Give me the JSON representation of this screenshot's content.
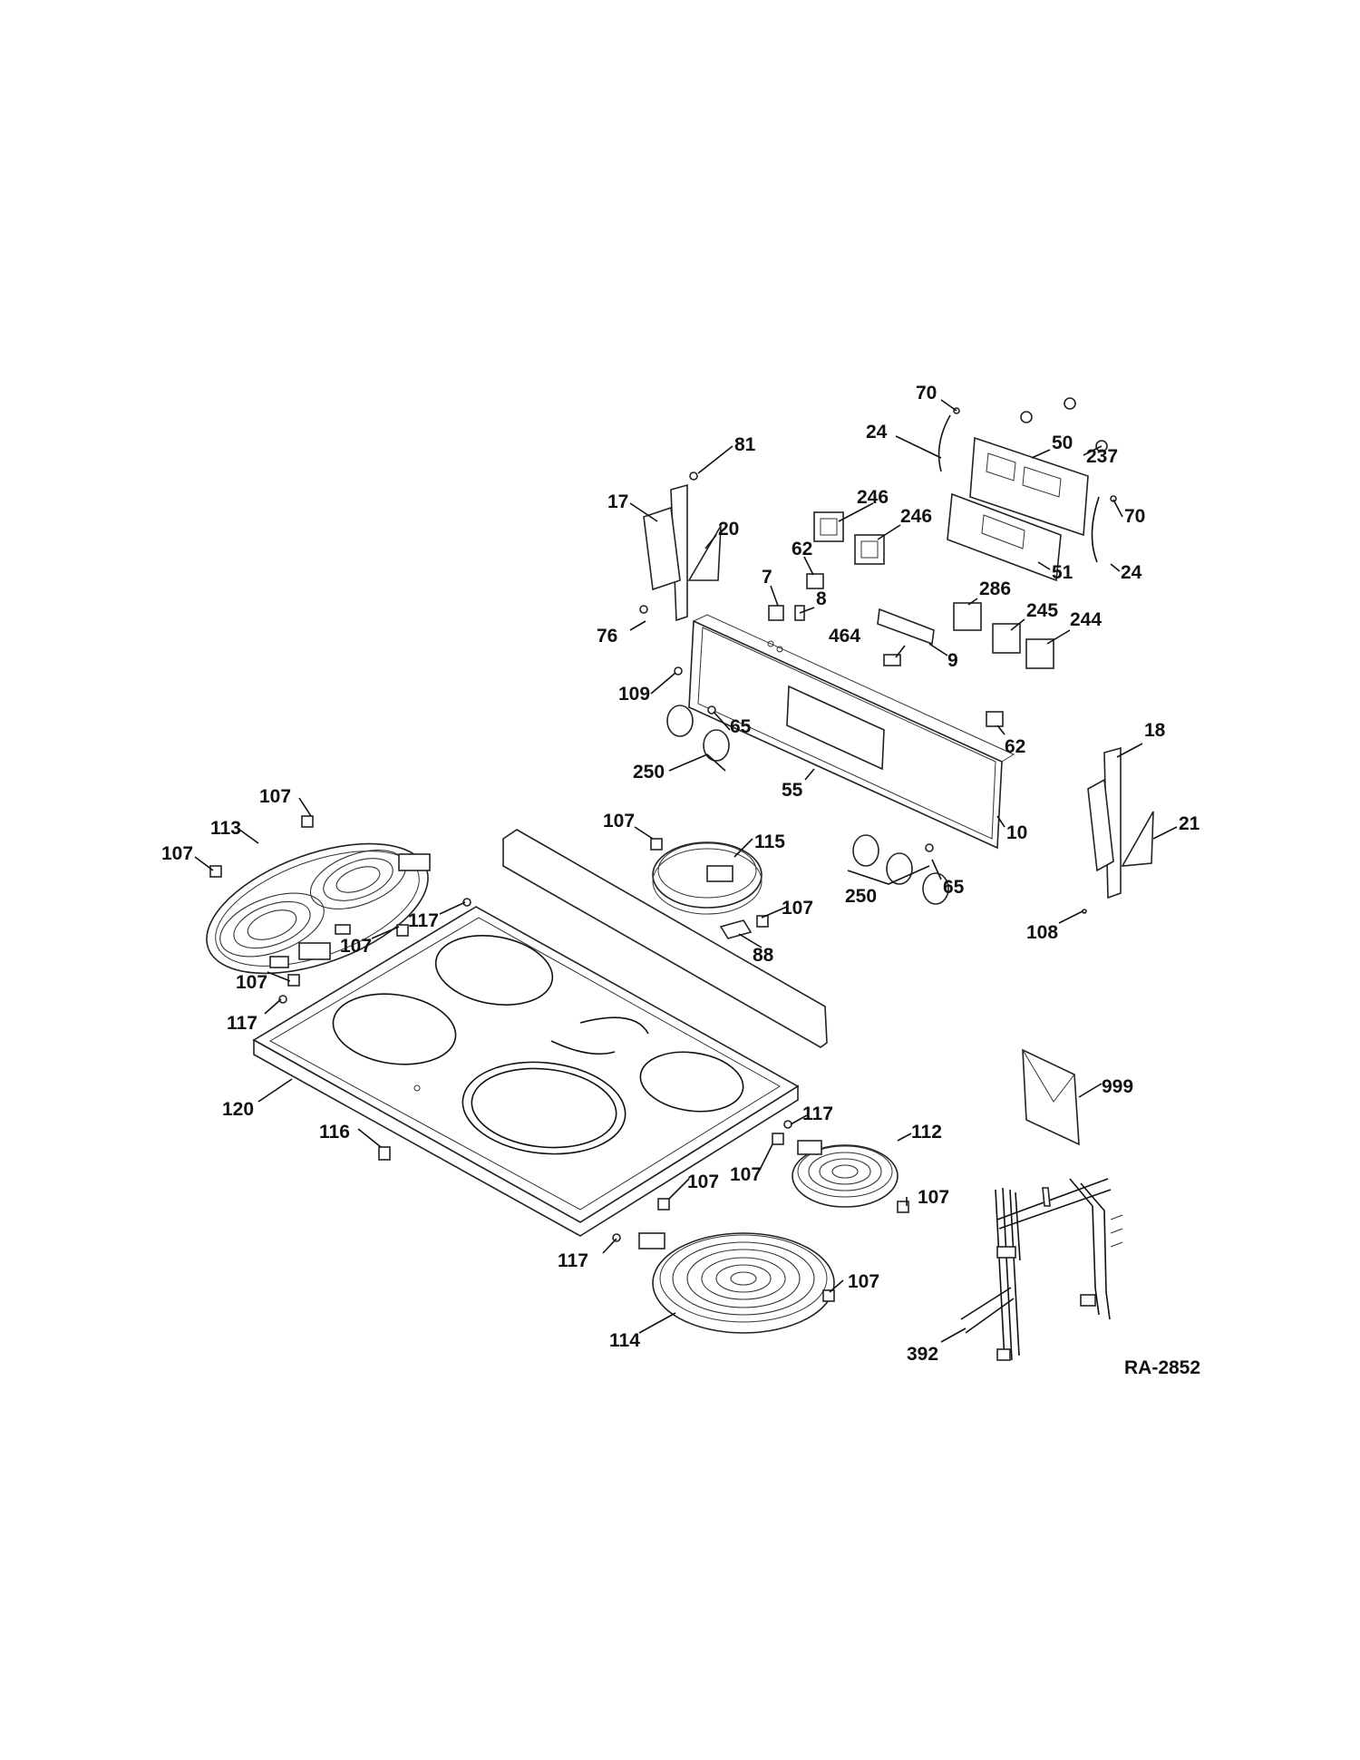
{
  "diagram_id": "RA-2852",
  "labels": {
    "l70a": "70",
    "l24a": "24",
    "l50": "50",
    "l237": "237",
    "l81": "81",
    "l17": "17",
    "l246a": "246",
    "l246b": "246",
    "l70b": "70",
    "l20": "20",
    "l62a": "62",
    "l51": "51",
    "l24b": "24",
    "l7": "7",
    "l8": "8",
    "l286": "286",
    "l245": "245",
    "l244": "244",
    "l76": "76",
    "l464": "464",
    "l9": "9",
    "l109": "109",
    "l65a": "65",
    "l62b": "62",
    "l18": "18",
    "l250a": "250",
    "l55": "55",
    "l107a": "107",
    "l113": "113",
    "l107b": "107",
    "l107c": "107",
    "l115": "115",
    "l10": "10",
    "l21": "21",
    "l65b": "65",
    "l117a": "117",
    "l107d": "107",
    "l107e": "107",
    "l250b": "250",
    "l108": "108",
    "l88": "88",
    "l107f": "107",
    "l117b": "117",
    "l999": "999",
    "l120": "120",
    "l117c": "117",
    "l112": "112",
    "l116": "116",
    "l107g": "107",
    "l107h": "107",
    "l107i": "107",
    "l117d": "117",
    "l107j": "107",
    "l114": "114",
    "l392": "392"
  }
}
